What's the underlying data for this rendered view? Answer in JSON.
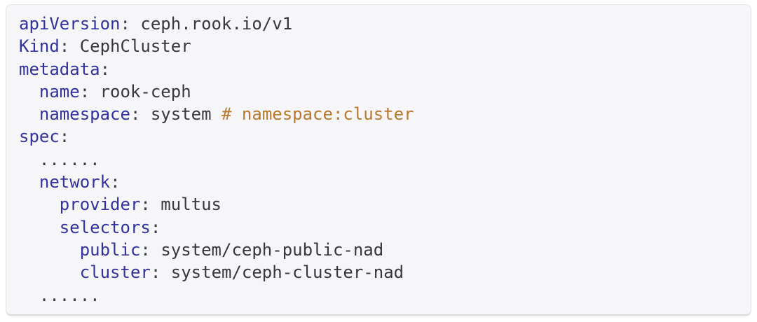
{
  "colors": {
    "page_background": "#ffffff",
    "code_background": "#f6f6f8",
    "code_border": "#e4e4e8",
    "key_color": "#32329e",
    "value_color": "#37373c",
    "comment_color": "#b9782f"
  },
  "code": {
    "lines": [
      [
        {
          "c": "key",
          "t": "apiVersion"
        },
        {
          "c": "punc",
          "t": ": "
        },
        {
          "c": "val",
          "t": "ceph.rook.io/v1"
        }
      ],
      [
        {
          "c": "key",
          "t": "Kind"
        },
        {
          "c": "punc",
          "t": ": "
        },
        {
          "c": "val",
          "t": "CephCluster"
        }
      ],
      [
        {
          "c": "key",
          "t": "metadata"
        },
        {
          "c": "punc",
          "t": ":"
        }
      ],
      [
        {
          "c": "ws",
          "t": "  "
        },
        {
          "c": "key",
          "t": "name"
        },
        {
          "c": "punc",
          "t": ": "
        },
        {
          "c": "val",
          "t": "rook-ceph"
        }
      ],
      [
        {
          "c": "ws",
          "t": "  "
        },
        {
          "c": "key",
          "t": "namespace"
        },
        {
          "c": "punc",
          "t": ": "
        },
        {
          "c": "val",
          "t": "system "
        },
        {
          "c": "comment",
          "t": "# namespace:cluster"
        }
      ],
      [
        {
          "c": "key",
          "t": "spec"
        },
        {
          "c": "punc",
          "t": ":"
        }
      ],
      [
        {
          "c": "ws",
          "t": "  "
        },
        {
          "c": "val",
          "t": "......"
        }
      ],
      [
        {
          "c": "ws",
          "t": "  "
        },
        {
          "c": "key",
          "t": "network"
        },
        {
          "c": "punc",
          "t": ":"
        }
      ],
      [
        {
          "c": "ws",
          "t": "    "
        },
        {
          "c": "key",
          "t": "provider"
        },
        {
          "c": "punc",
          "t": ": "
        },
        {
          "c": "val",
          "t": "multus"
        }
      ],
      [
        {
          "c": "ws",
          "t": "    "
        },
        {
          "c": "key",
          "t": "selectors"
        },
        {
          "c": "punc",
          "t": ":"
        }
      ],
      [
        {
          "c": "ws",
          "t": "      "
        },
        {
          "c": "key",
          "t": "public"
        },
        {
          "c": "punc",
          "t": ": "
        },
        {
          "c": "val",
          "t": "system/ceph-public-nad"
        }
      ],
      [
        {
          "c": "ws",
          "t": "      "
        },
        {
          "c": "key",
          "t": "cluster"
        },
        {
          "c": "punc",
          "t": ": "
        },
        {
          "c": "val",
          "t": "system/ceph-cluster-nad"
        }
      ],
      [
        {
          "c": "ws",
          "t": "  "
        },
        {
          "c": "val",
          "t": "......"
        }
      ]
    ]
  }
}
